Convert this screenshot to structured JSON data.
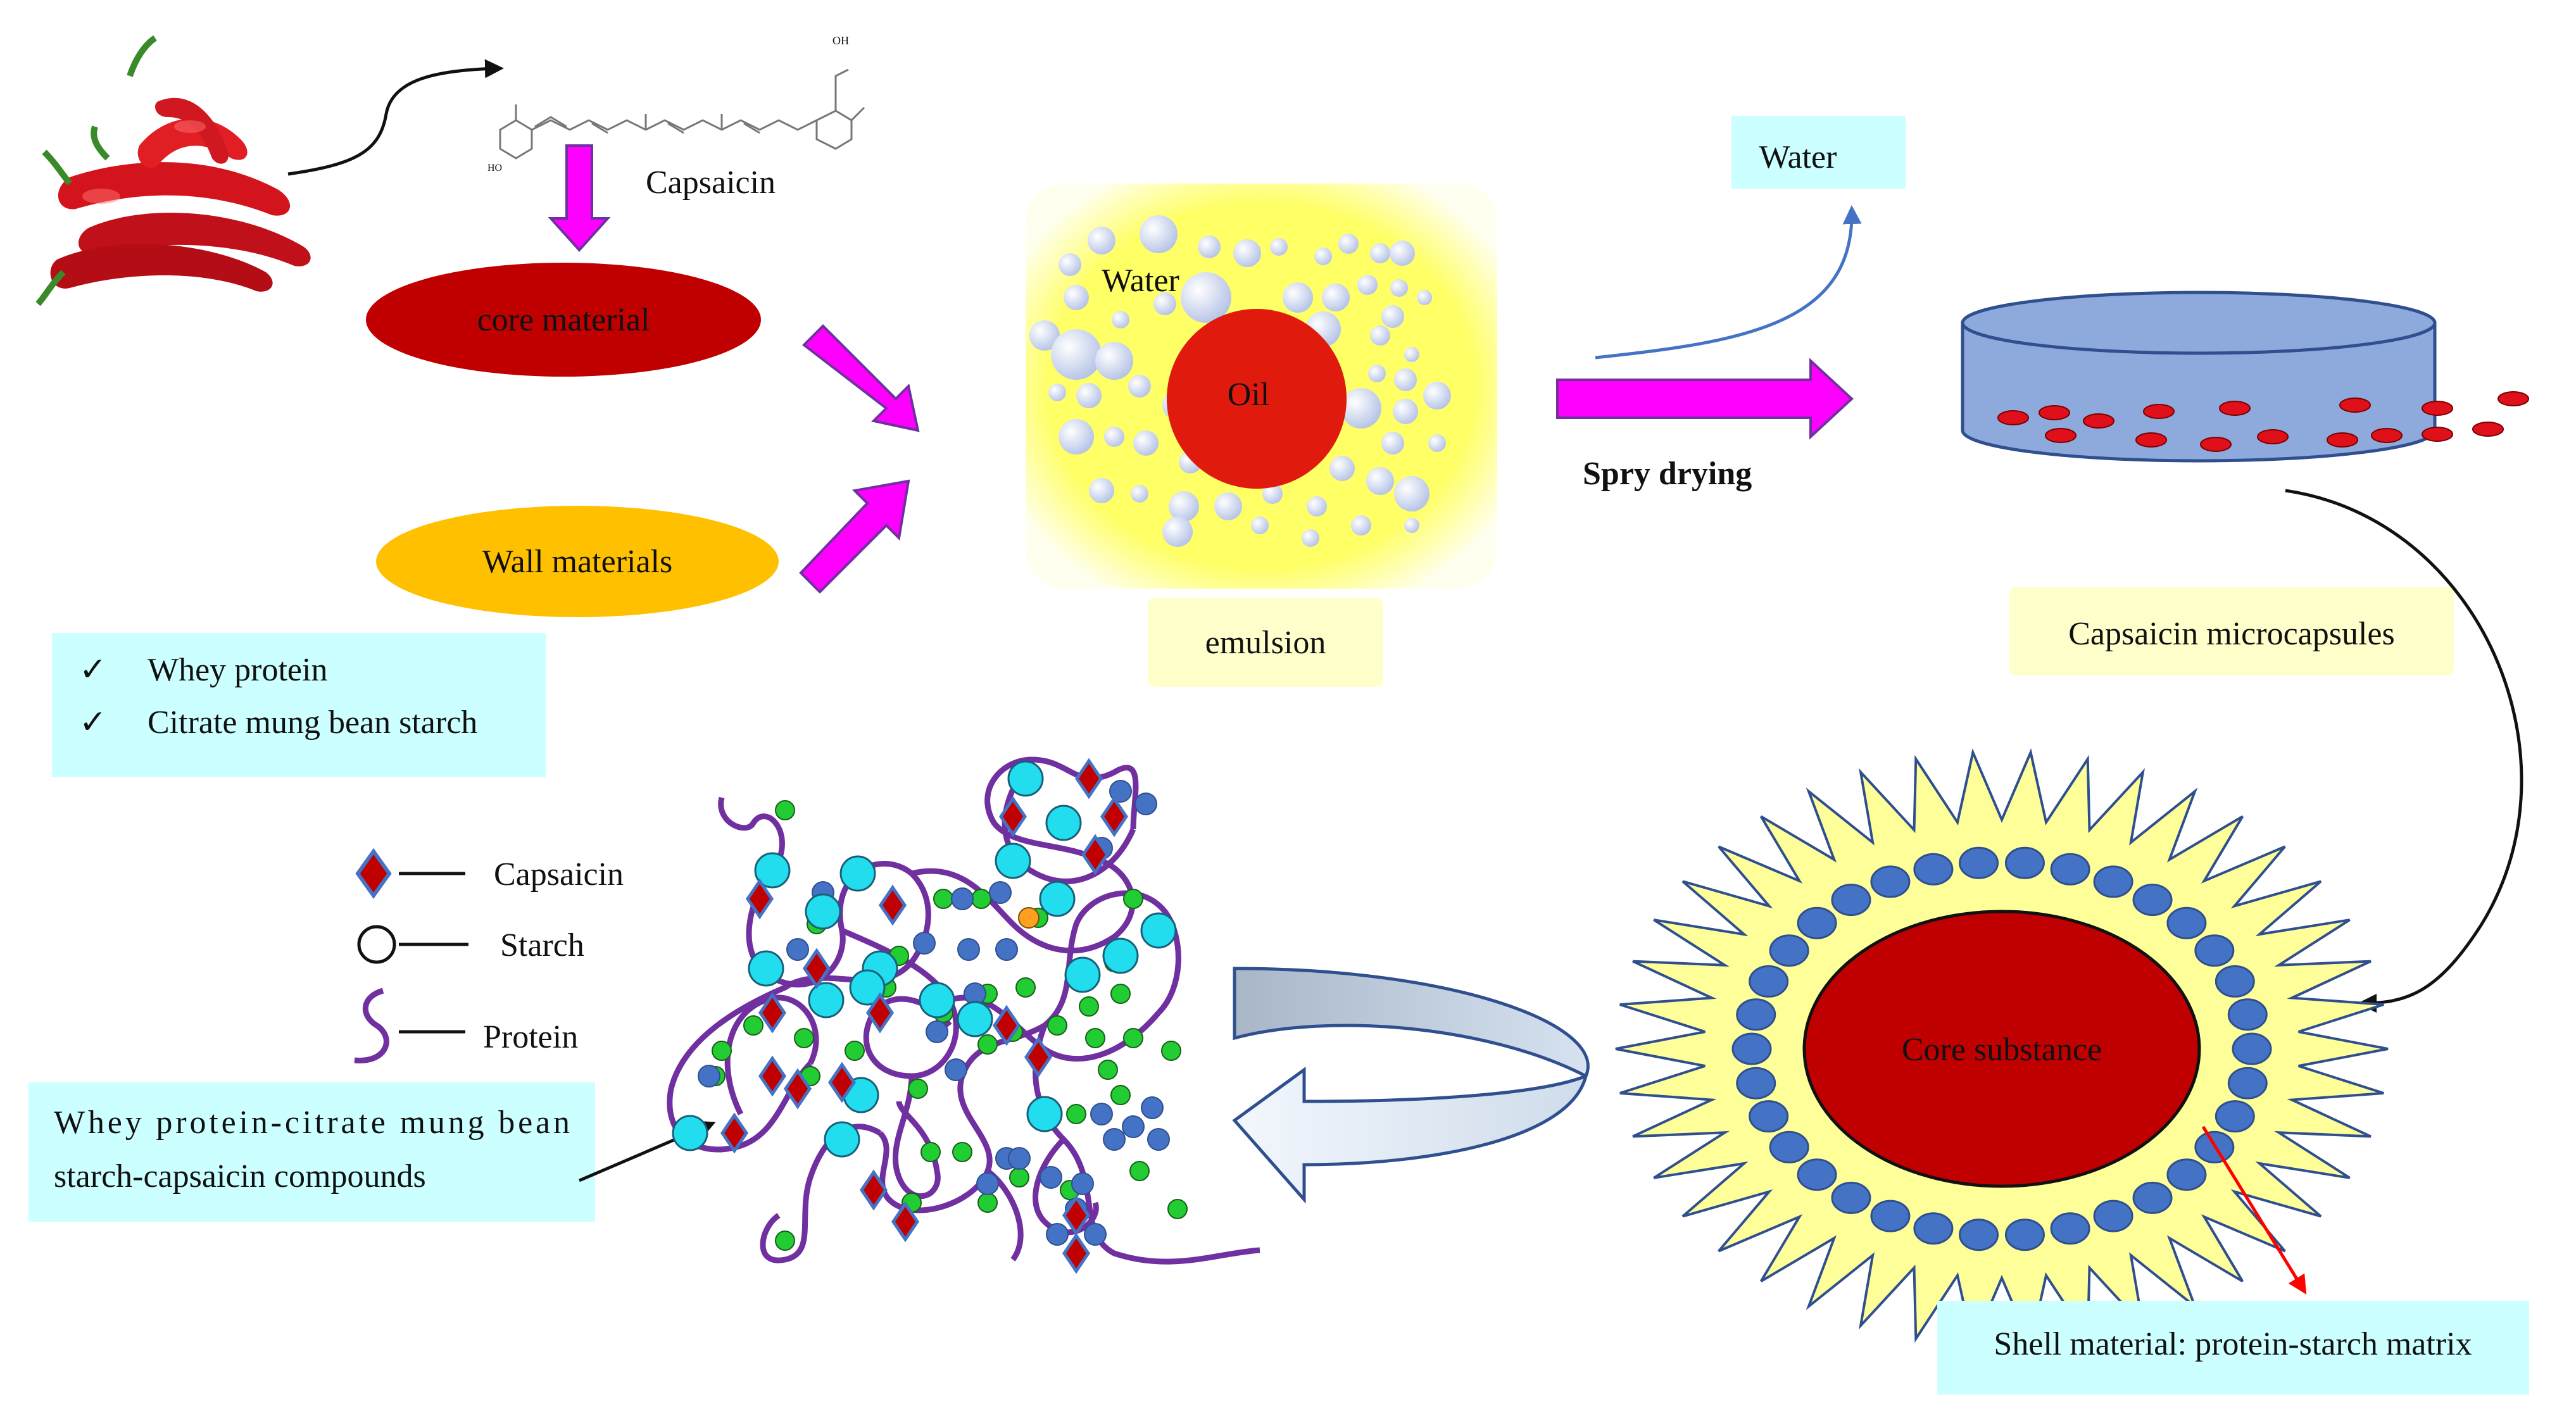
{
  "pepper": {
    "capsaicin_label": "Capsaicin"
  },
  "ellipses": {
    "core_label": "core material",
    "wall_label": "Wall materials"
  },
  "wall_list": {
    "item1": "Whey protein",
    "item2": "Citrate mung bean starch",
    "check_glyph": "✓"
  },
  "emulsion": {
    "water_label": "Water",
    "oil_label": "Oil",
    "caption": "emulsion"
  },
  "drying": {
    "water_label": "Water",
    "step_label": "Spry drying"
  },
  "dish": {
    "caption": "Capsaicin microcapsules"
  },
  "microcapsule": {
    "core_label": "Core substance",
    "shell_label": "Shell material: protein-starch matrix"
  },
  "legend": {
    "capsaicin": "Capsaicin",
    "starch": "Starch",
    "protein": "Protein"
  },
  "compound": {
    "line1": "Whey protein-citrate mung bean",
    "line2": "starch-capsaicin compounds"
  },
  "colors": {
    "magenta_arrow": "#ff00ff",
    "core_red": "#c00000",
    "wall_gold": "#ffc000",
    "cyan_box": "#ccffff",
    "yellow_box": "#ffffcc",
    "dish_blue": "#8ea9db",
    "bead_blue": "#4472c4",
    "protein_purple": "#7030a0",
    "green_bead": "#22cc33",
    "cyan_bead": "#22ddee"
  }
}
